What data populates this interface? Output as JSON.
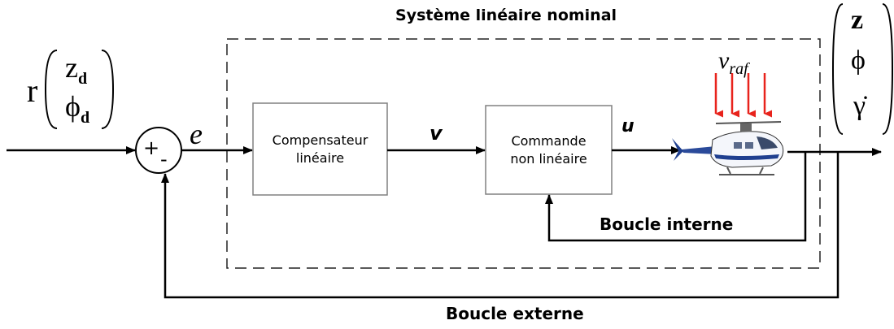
{
  "title": "Système linéaire nominal",
  "input": {
    "symbol": "r",
    "components": [
      {
        "base": "z",
        "sub": "d"
      },
      {
        "base": "ϕ",
        "sub": "d"
      }
    ]
  },
  "output": {
    "components": [
      "z",
      "ϕ",
      "γ̇"
    ]
  },
  "summing_junction": {
    "plus": "+",
    "minus": "-"
  },
  "signals": {
    "error": "e",
    "virtual_control": "v",
    "control": "u",
    "disturbance_base": "v",
    "disturbance_sub": "raf"
  },
  "blocks": {
    "compensator": {
      "line1": "Compensateur",
      "line2": "linéaire"
    },
    "nonlinear": {
      "line1": "Commande",
      "line2": "non linéaire"
    }
  },
  "loops": {
    "inner": "Boucle interne",
    "outer": "Boucle externe"
  },
  "colors": {
    "line": "#000000",
    "disturbance": "#e8231c",
    "heli_body": "#ffffff",
    "heli_accent": "#1f3f8f",
    "block_border": "#808080"
  }
}
